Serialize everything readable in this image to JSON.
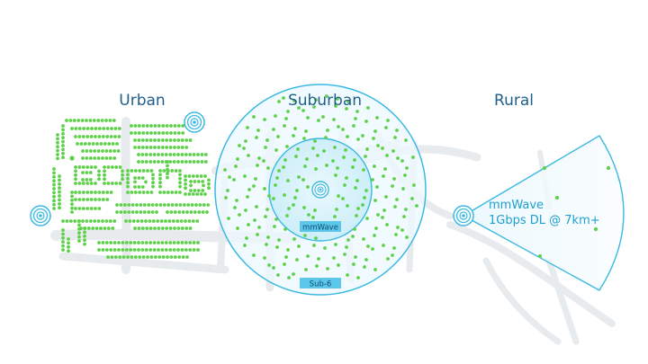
{
  "scenes": {
    "urban": {
      "label": "Urban"
    },
    "suburban": {
      "label": "Suburban",
      "inner_tag": "mmWave",
      "outer_tag": "Sub-6"
    },
    "rural": {
      "label": "Rural",
      "line1": "mmWave",
      "line2": "1Gbps DL @ 7km+"
    }
  },
  "colors": {
    "heading": "#1f5f8b",
    "cell_fill": "#dff3fa",
    "cell_stroke": "#3ab9e3",
    "tag_fill": "#5cc7ea",
    "dot": "#5ed14a",
    "road": "#e9ecee",
    "rural_text": "#1ea0cf"
  },
  "icons": [
    "base-station-icon"
  ]
}
